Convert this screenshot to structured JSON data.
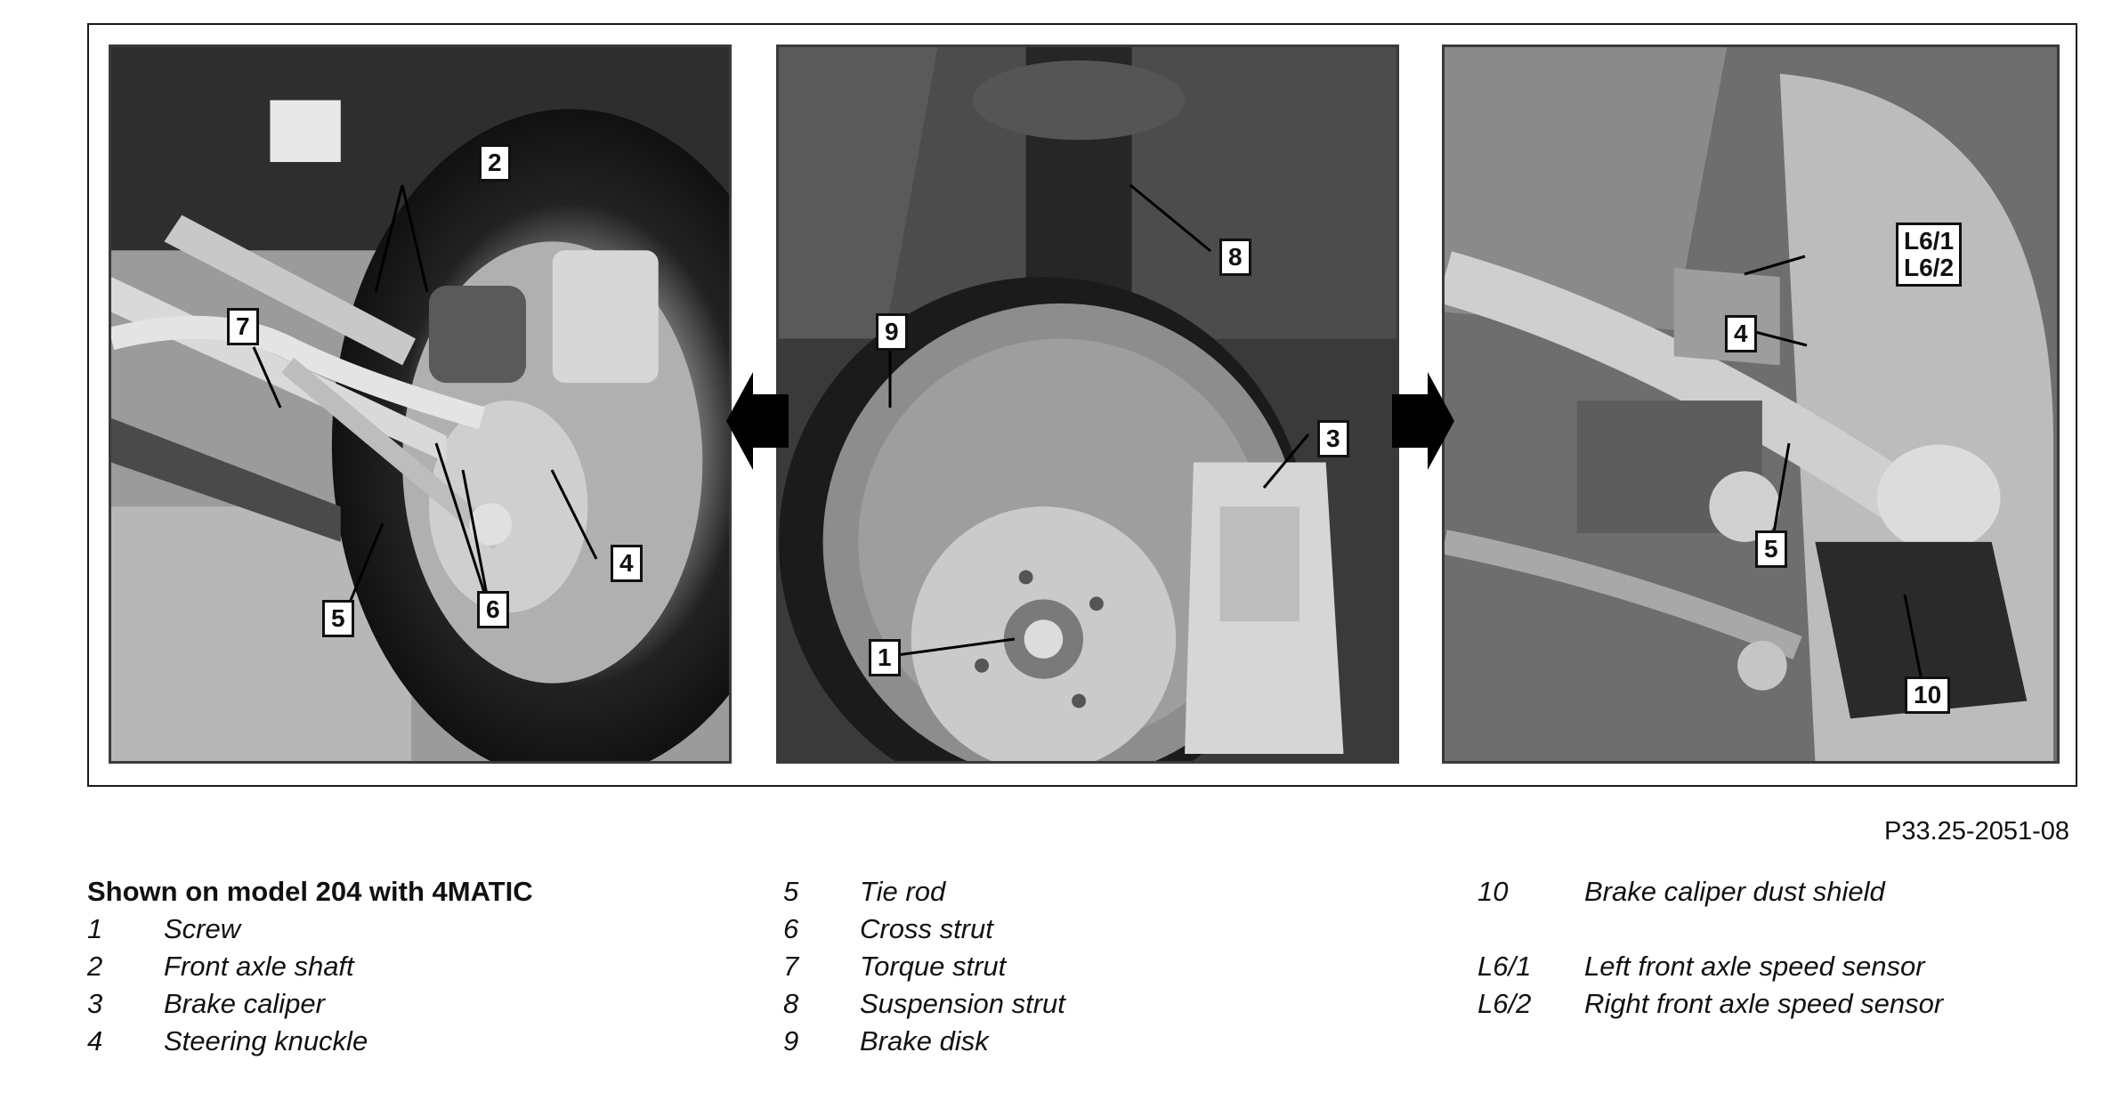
{
  "figure": {
    "callouts": {
      "left": [
        "2",
        "7",
        "4",
        "6",
        "5"
      ],
      "center": [
        "8",
        "9",
        "3",
        "1"
      ],
      "right": [
        "L6/1",
        "L6/2",
        "4",
        "5",
        "10"
      ]
    },
    "arrows": [
      "arrow-left",
      "arrow-right"
    ],
    "colors": {
      "frame": "#1a1a1a",
      "callout_border": "#111111",
      "photo_tone": "#8a8a8a"
    }
  },
  "doc_id": "P33.25-2051-08",
  "legend": {
    "title": "Shown on model 204 with 4MATIC",
    "col1": [
      {
        "num": "1",
        "label": "Screw"
      },
      {
        "num": "2",
        "label": "Front axle shaft"
      },
      {
        "num": "3",
        "label": "Brake caliper"
      },
      {
        "num": "4",
        "label": "Steering knuckle"
      }
    ],
    "col2": [
      {
        "num": "5",
        "label": "Tie rod"
      },
      {
        "num": "6",
        "label": "Cross strut"
      },
      {
        "num": "7",
        "label": "Torque strut"
      },
      {
        "num": "8",
        "label": "Suspension strut"
      },
      {
        "num": "9",
        "label": "Brake disk"
      }
    ],
    "col3": [
      {
        "num": "10",
        "label": "Brake caliper dust shield"
      },
      {
        "num": "L6/1",
        "label": "Left front axle speed sensor"
      },
      {
        "num": "L6/2",
        "label": "Right front axle speed sensor"
      }
    ]
  }
}
